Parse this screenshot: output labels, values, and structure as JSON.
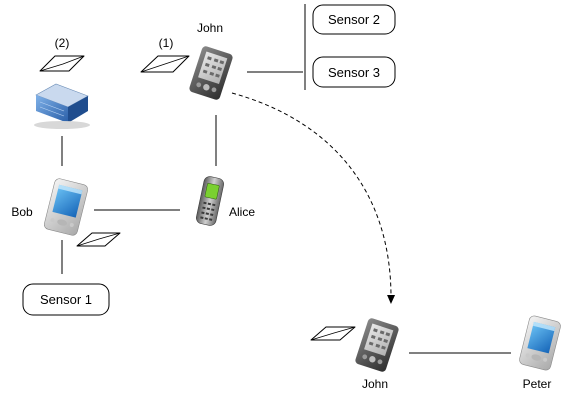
{
  "nodes": {
    "john_top": {
      "label": "John",
      "device": "pda-dark"
    },
    "john_bottom": {
      "label": "John",
      "device": "pda-dark"
    },
    "bob": {
      "label": "Bob",
      "device": "pda-blue"
    },
    "alice": {
      "label": "Alice",
      "device": "mobile-phone"
    },
    "peter": {
      "label": "Peter",
      "device": "pda-blue"
    },
    "server": {
      "label": "",
      "device": "server-building"
    }
  },
  "sensors": {
    "s1": "Sensor 1",
    "s2": "Sensor 2",
    "s3": "Sensor 3"
  },
  "messages": {
    "m1": "(1)",
    "m2": "(2)"
  },
  "colors": {
    "line": "#000000",
    "pda_blue_screen": "#2f8fd6",
    "phone_screen": "#7ad030",
    "server_blue": "#3d7bc4"
  }
}
